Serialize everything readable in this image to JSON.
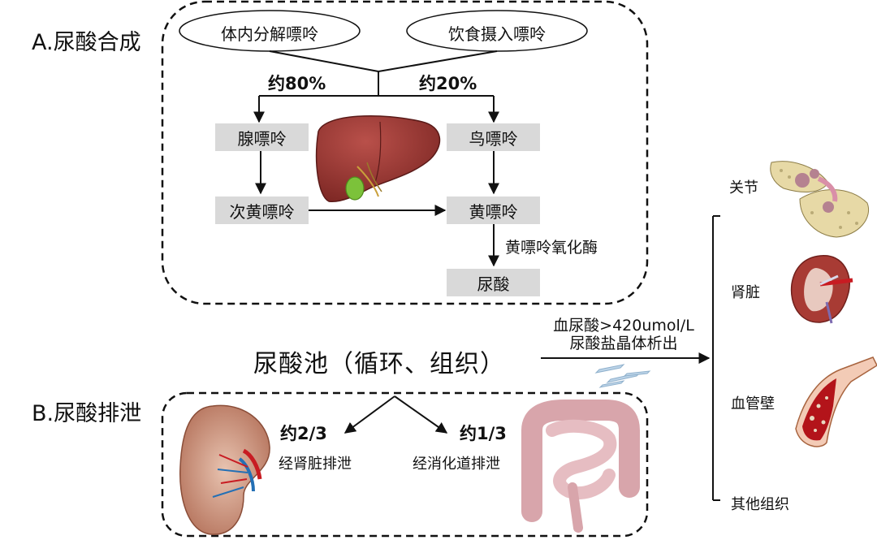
{
  "synthesis": {
    "title": "A.尿酸合成",
    "source_left": "体内分解嘌呤",
    "source_right": "饮食摄入嘌呤",
    "pct_left": "约80%",
    "pct_right": "约20%",
    "node_adenine": "腺嘌呤",
    "node_guanine": "鸟嘌呤",
    "node_hypoxanthine": "次黄嘌呤",
    "node_xanthine": "黄嘌呤",
    "enzyme": "黄嘌呤氧化酶",
    "node_uric_acid": "尿酸"
  },
  "pool": {
    "label": "尿酸池（循环、组织）",
    "condition_line1": "血尿酸>420umol/L",
    "condition_line2": "尿酸盐晶体析出"
  },
  "deposition": {
    "joint": "关节",
    "kidney": "肾脏",
    "vessel": "血管壁",
    "other": "其他组织"
  },
  "excretion": {
    "title": "B.尿酸排泄",
    "renal_pct": "约2/3",
    "renal_label": "经肾脏排泄",
    "gi_pct": "约1/3",
    "gi_label": "经消化道排泄"
  },
  "colors": {
    "box_fill": "#d9d9d9",
    "liver": "#8e2f2c",
    "gallbladder": "#7cc23a",
    "kidney_outer": "#c98f78",
    "intestine": "#dfb3b8",
    "vessel_red": "#b3141a"
  },
  "icons": [
    "liver-icon",
    "gallbladder-icon",
    "kidney-icon",
    "intestine-icon",
    "joint-icon",
    "vessel-icon",
    "crystal-icon"
  ]
}
